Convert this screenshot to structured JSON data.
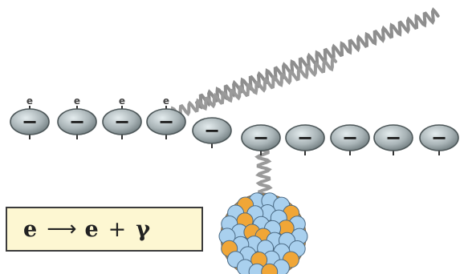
{
  "diagram": {
    "electron_label": "e",
    "charge_symbol": "−",
    "photon_color": "#8e8e8e",
    "electron_fill": "#a9b4b7",
    "nucleon_colors": [
      "#a9d0ee",
      "#f0a637"
    ]
  },
  "equation": {
    "lhs": "e",
    "arrow": "⟶",
    "rhs_particle": "e",
    "plus": "+",
    "photon_symbol": "γ"
  }
}
